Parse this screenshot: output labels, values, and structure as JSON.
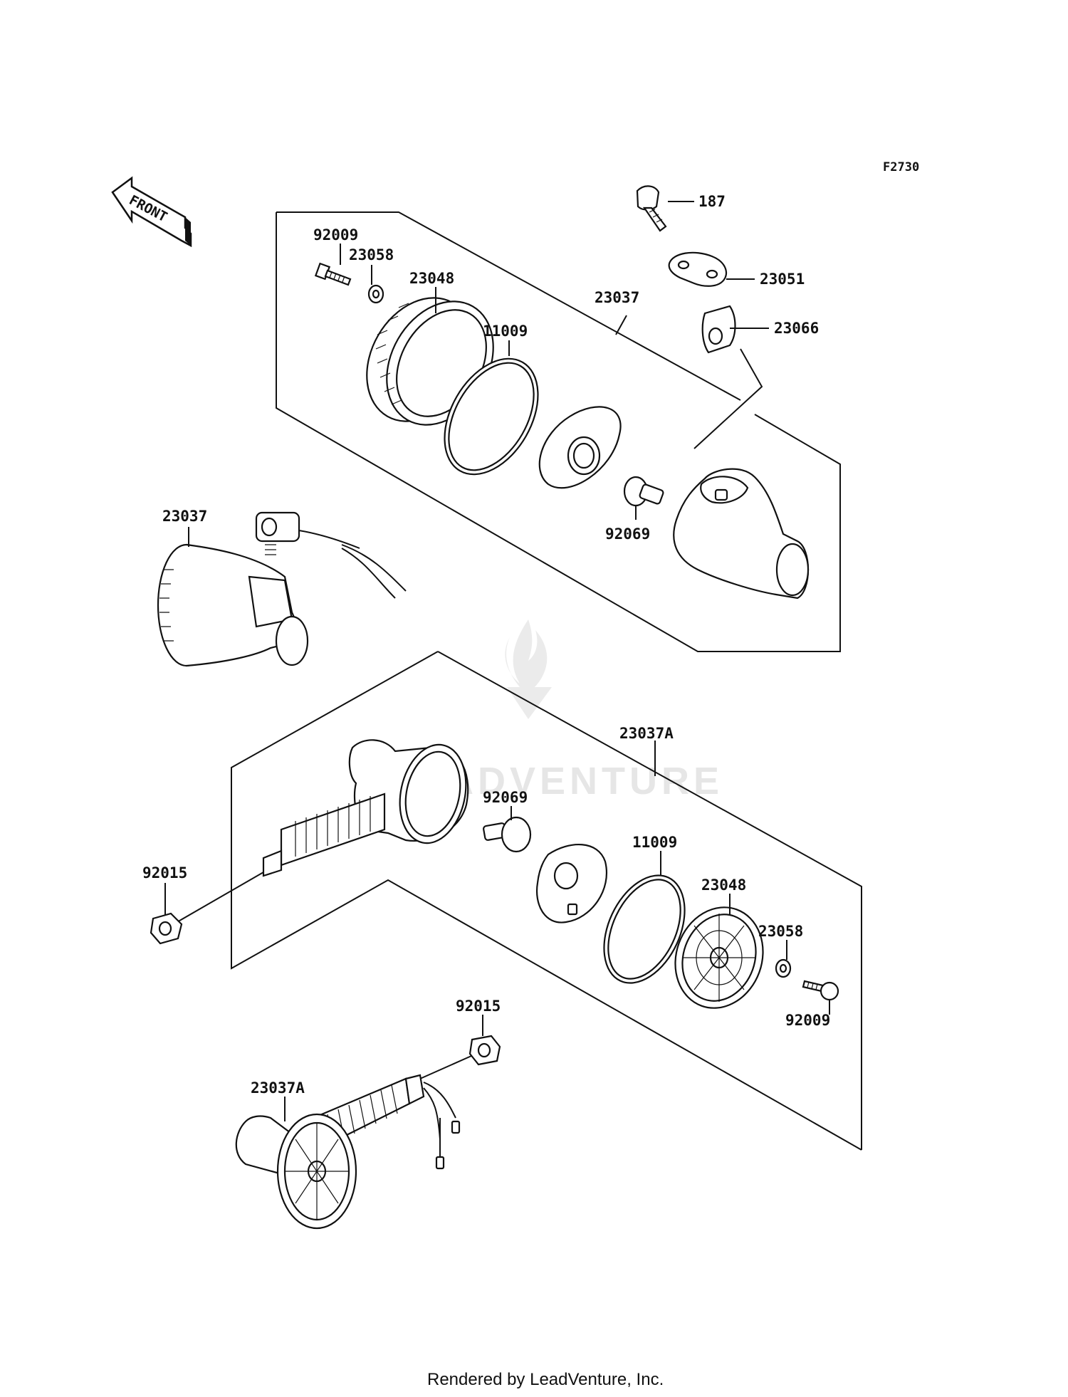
{
  "diagram_code": "F2730",
  "front_label": "FRONT",
  "watermark": "LEADVENTURE",
  "footer": "Rendered by LeadVenture, Inc.",
  "callouts": {
    "c187": "187",
    "c23051": "23051",
    "c23066": "23066",
    "c92009_top": "92009",
    "c23058_top": "23058",
    "c23048_top": "23048",
    "c11009_top": "11009",
    "c23037_box": "23037",
    "c92069_top": "92069",
    "c23037_side": "23037",
    "c23037A_box": "23037A",
    "c92069_low": "92069",
    "c92015_left": "92015",
    "c11009_low": "11009",
    "c23048_low": "23048",
    "c23058_low": "23058",
    "c92009_low": "92009",
    "c92015_low": "92015",
    "c23037A_side": "23037A"
  }
}
